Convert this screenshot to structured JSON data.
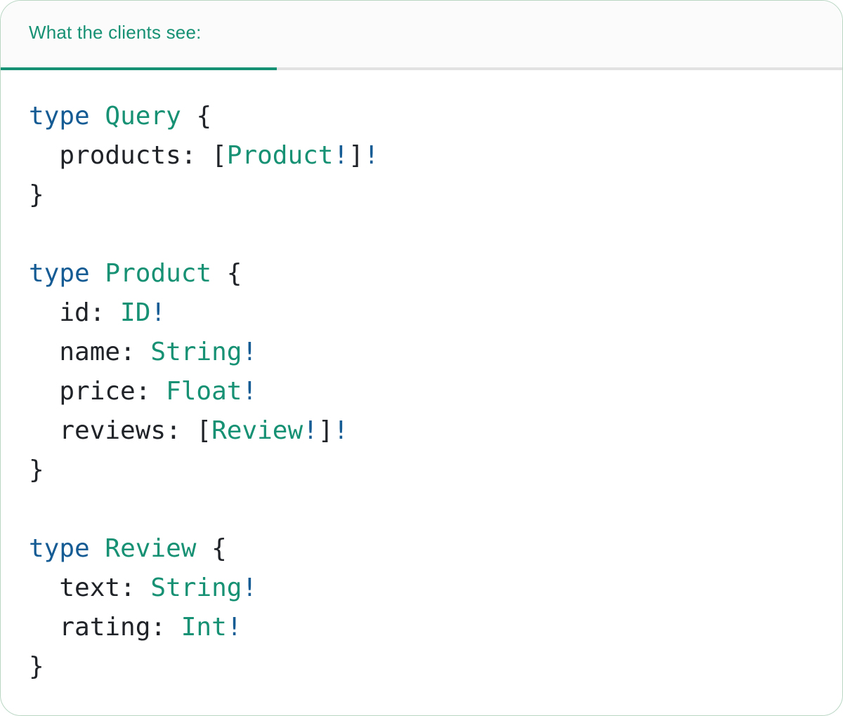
{
  "colors": {
    "accent": "#179173",
    "keyword_blue": "#155b94",
    "code_text": "#202328",
    "tab_inactive_line": "#e2e2e2",
    "header_bg": "#fbfbfb",
    "card_border": "#b9d6c3",
    "card_bg": "#ffffff"
  },
  "header": {
    "tab_label": "What the clients see:"
  },
  "code": {
    "language": "graphql",
    "plain_text": "type Query {\n  products: [Product!]!\n}\n\ntype Product {\n  id: ID!\n  name: String!\n  price: Float!\n  reviews: [Review!]!\n}\n\ntype Review {\n  text: String!\n  rating: Int!\n}",
    "lines": [
      [
        {
          "t": "type",
          "c": "keyword"
        },
        {
          "t": " ",
          "c": "plain"
        },
        {
          "t": "Query",
          "c": "type"
        },
        {
          "t": " {",
          "c": "plain"
        }
      ],
      [
        {
          "t": "  products: [",
          "c": "plain"
        },
        {
          "t": "Product",
          "c": "type"
        },
        {
          "t": "!",
          "c": "bang"
        },
        {
          "t": "]",
          "c": "plain"
        },
        {
          "t": "!",
          "c": "bang"
        }
      ],
      [
        {
          "t": "}",
          "c": "plain"
        }
      ],
      [],
      [
        {
          "t": "type",
          "c": "keyword"
        },
        {
          "t": " ",
          "c": "plain"
        },
        {
          "t": "Product",
          "c": "type"
        },
        {
          "t": " {",
          "c": "plain"
        }
      ],
      [
        {
          "t": "  id: ",
          "c": "plain"
        },
        {
          "t": "ID",
          "c": "type"
        },
        {
          "t": "!",
          "c": "bang"
        }
      ],
      [
        {
          "t": "  name: ",
          "c": "plain"
        },
        {
          "t": "String",
          "c": "type"
        },
        {
          "t": "!",
          "c": "bang"
        }
      ],
      [
        {
          "t": "  price: ",
          "c": "plain"
        },
        {
          "t": "Float",
          "c": "type"
        },
        {
          "t": "!",
          "c": "bang"
        }
      ],
      [
        {
          "t": "  reviews: [",
          "c": "plain"
        },
        {
          "t": "Review",
          "c": "type"
        },
        {
          "t": "!",
          "c": "bang"
        },
        {
          "t": "]",
          "c": "plain"
        },
        {
          "t": "!",
          "c": "bang"
        }
      ],
      [
        {
          "t": "}",
          "c": "plain"
        }
      ],
      [],
      [
        {
          "t": "type",
          "c": "keyword"
        },
        {
          "t": " ",
          "c": "plain"
        },
        {
          "t": "Review",
          "c": "type"
        },
        {
          "t": " {",
          "c": "plain"
        }
      ],
      [
        {
          "t": "  text: ",
          "c": "plain"
        },
        {
          "t": "String",
          "c": "type"
        },
        {
          "t": "!",
          "c": "bang"
        }
      ],
      [
        {
          "t": "  rating: ",
          "c": "plain"
        },
        {
          "t": "Int",
          "c": "type"
        },
        {
          "t": "!",
          "c": "bang"
        }
      ],
      [
        {
          "t": "}",
          "c": "plain"
        }
      ]
    ]
  }
}
